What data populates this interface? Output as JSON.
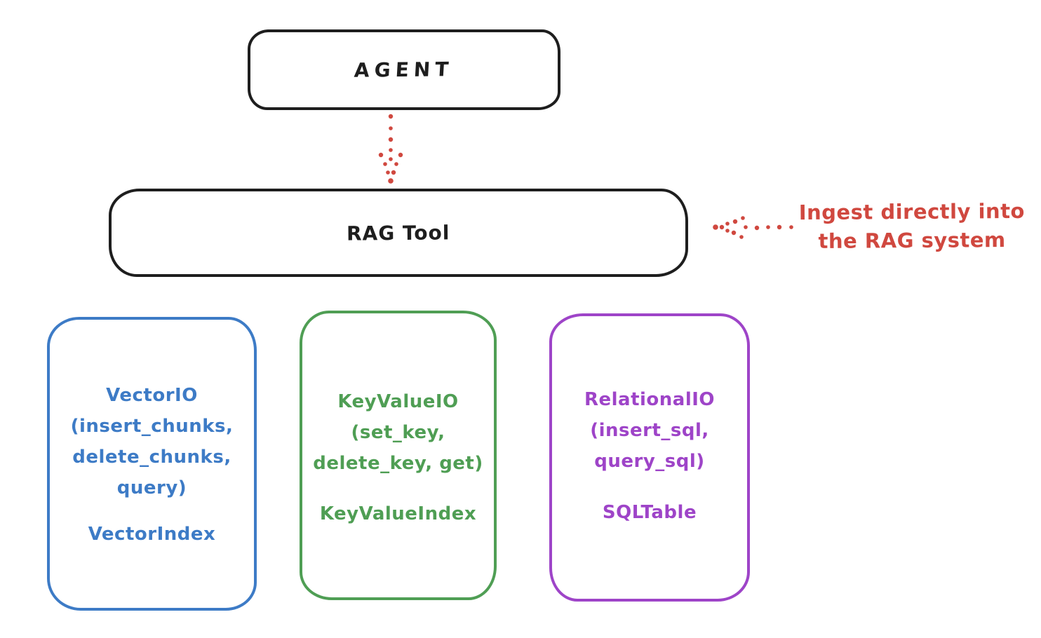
{
  "diagram": {
    "agent": {
      "label": "AGENT"
    },
    "rag_tool": {
      "label": "RAG Tool"
    },
    "annotation": {
      "line1": "Ingest directly into",
      "line2": "the RAG system",
      "color": "#d0483f"
    },
    "colors": {
      "stroke_black": "#1e1e1e",
      "arrow_red": "#d0483f",
      "vector_blue": "#3d7bc6",
      "keyvalue_green": "#4f9e54",
      "relational_purple": "#9e44c8"
    },
    "backends": [
      {
        "id": "vector-io",
        "color": "#3d7bc6",
        "lines": [
          "VectorIO",
          "(insert_chunks,",
          "delete_chunks,",
          "query)"
        ],
        "index_label": "VectorIndex"
      },
      {
        "id": "keyvalue-io",
        "color": "#4f9e54",
        "lines": [
          "KeyValueIO",
          "(set_key,",
          "delete_key, get)"
        ],
        "index_label": "KeyValueIndex"
      },
      {
        "id": "relational-io",
        "color": "#9e44c8",
        "lines": [
          "RelationalIO",
          "(insert_sql,",
          "query_sql)"
        ],
        "index_label": "SQLTable"
      }
    ]
  }
}
